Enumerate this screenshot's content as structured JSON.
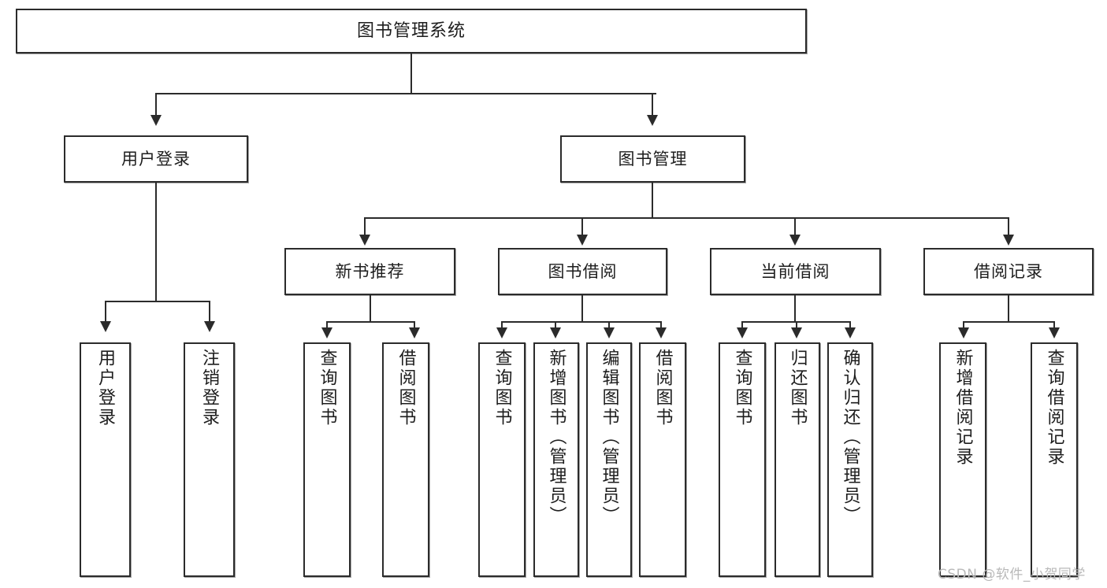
{
  "diagram": {
    "title": "图书管理系统",
    "type": "tree-hierarchy-diagram",
    "root": {
      "label": "图书管理系统"
    },
    "level2": [
      {
        "label": "用户登录"
      },
      {
        "label": "图书管理"
      }
    ],
    "level3": [
      {
        "label": "新书推荐"
      },
      {
        "label": "图书借阅"
      },
      {
        "label": "当前借阅"
      },
      {
        "label": "借阅记录"
      }
    ],
    "leaves": {
      "user_login": [
        {
          "label": "用户登录"
        },
        {
          "label": "注销登录"
        }
      ],
      "new_book_recommend": [
        {
          "label": "查询图书"
        },
        {
          "label": "借阅图书"
        }
      ],
      "book_borrow": [
        {
          "label": "查询图书"
        },
        {
          "label": "新增图书（管理员）"
        },
        {
          "label": "编辑图书（管理员）"
        },
        {
          "label": "借阅图书"
        }
      ],
      "current_borrow": [
        {
          "label": "查询图书"
        },
        {
          "label": "归还图书"
        },
        {
          "label": "确认归还（管理员）"
        }
      ],
      "borrow_record": [
        {
          "label": "新增借阅记录"
        },
        {
          "label": "查询借阅记录"
        }
      ]
    }
  },
  "watermark": {
    "text": "CSDN @软件_小贺同学"
  },
  "colors": {
    "border": "#2b2b2b",
    "background": "#ffffff",
    "text": "#1d1d1d",
    "watermark": "#b9b9b9"
  }
}
